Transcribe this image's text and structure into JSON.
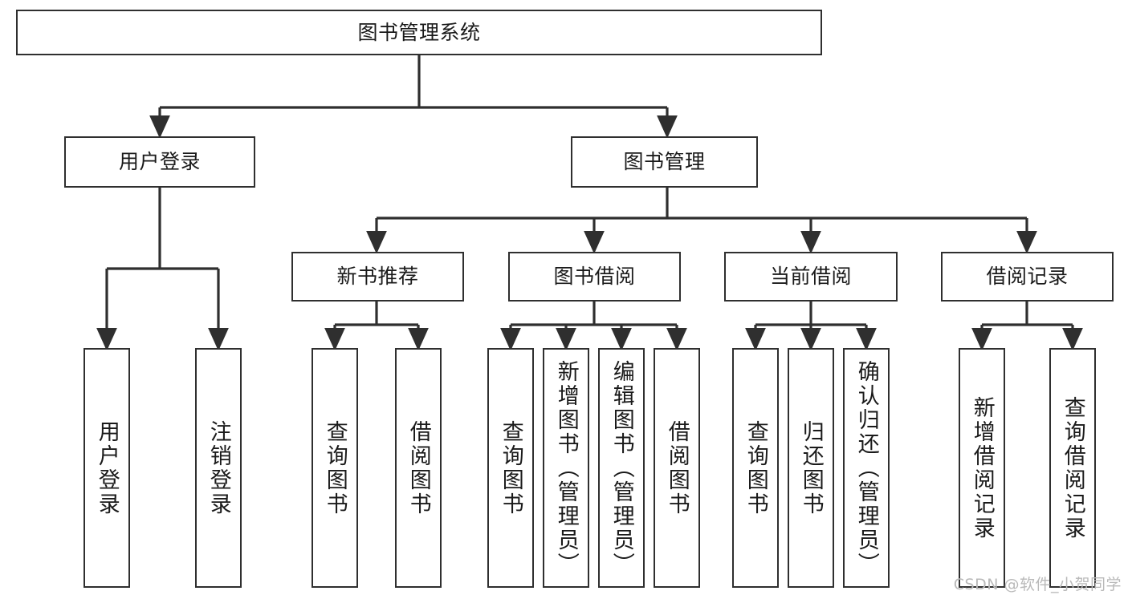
{
  "diagram": {
    "type": "tree-hierarchy-chart",
    "title": "图书管理系统",
    "line_color": "#2f2f2f",
    "box_fill": "#ffffff",
    "text_color": "#1a1a1a",
    "watermark": "CSDN @软件_小贺同学",
    "nodes": {
      "root": {
        "label": "图书管理系统"
      },
      "level2": [
        {
          "label": "用户登录"
        },
        {
          "label": "图书管理"
        }
      ],
      "level3": [
        {
          "label": "新书推荐"
        },
        {
          "label": "图书借阅"
        },
        {
          "label": "当前借阅"
        },
        {
          "label": "借阅记录"
        }
      ],
      "leaves": [
        {
          "label": "用户登录"
        },
        {
          "label": "注销登录"
        },
        {
          "label": "查询图书"
        },
        {
          "label": "借阅图书"
        },
        {
          "label": "查询图书"
        },
        {
          "label": "新增图书（管理员）"
        },
        {
          "label": "编辑图书（管理员）"
        },
        {
          "label": "借阅图书"
        },
        {
          "label": "查询图书"
        },
        {
          "label": "归还图书"
        },
        {
          "label": "确认归还（管理员）"
        },
        {
          "label": "新增借阅记录"
        },
        {
          "label": "查询借阅记录"
        }
      ]
    },
    "edges": [
      {
        "from": "图书管理系统",
        "to": "用户登录"
      },
      {
        "from": "图书管理系统",
        "to": "图书管理"
      },
      {
        "from": "用户登录",
        "to": "用户登录"
      },
      {
        "from": "用户登录",
        "to": "注销登录"
      },
      {
        "from": "图书管理",
        "to": "新书推荐"
      },
      {
        "from": "图书管理",
        "to": "图书借阅"
      },
      {
        "from": "图书管理",
        "to": "当前借阅"
      },
      {
        "from": "图书管理",
        "to": "借阅记录"
      },
      {
        "from": "新书推荐",
        "to": "查询图书"
      },
      {
        "from": "新书推荐",
        "to": "借阅图书"
      },
      {
        "from": "图书借阅",
        "to": "查询图书"
      },
      {
        "from": "图书借阅",
        "to": "新增图书（管理员）"
      },
      {
        "from": "图书借阅",
        "to": "编辑图书（管理员）"
      },
      {
        "from": "图书借阅",
        "to": "借阅图书"
      },
      {
        "from": "当前借阅",
        "to": "查询图书"
      },
      {
        "from": "当前借阅",
        "to": "归还图书"
      },
      {
        "from": "当前借阅",
        "to": "确认归还（管理员）"
      },
      {
        "from": "借阅记录",
        "to": "新增借阅记录"
      },
      {
        "from": "借阅记录",
        "to": "查询借阅记录"
      }
    ]
  }
}
